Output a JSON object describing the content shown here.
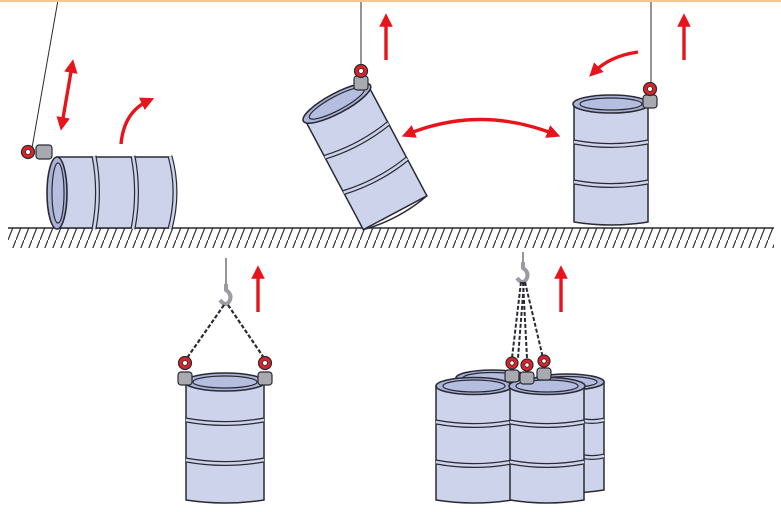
{
  "colors": {
    "drum_fill": "#cdd3ea",
    "drum_shadow": "#aab3d6",
    "drum_inner": "#b6bedf",
    "outline": "#2a2a35",
    "arrow": "#e8141c",
    "clamp_red": "#dc2427",
    "clamp_metal": "#a9aab0",
    "hook": "#9a9ba3",
    "ground_hatch": "#333333",
    "top_edge": "#f3c98a",
    "background": "#ffffff"
  },
  "icons": {
    "drum": "steel-drum-icon",
    "clamp": "drum-lifting-clamp-icon",
    "hook": "crane-hook-icon",
    "arrow": "red-direction-arrow-icon",
    "ground": "hatched-ground-icon"
  },
  "scenes": [
    {
      "name": "horizontal-drum-lift",
      "motion": "lift-and-rotate-upright"
    },
    {
      "name": "tilted-drum-swing",
      "motion": "swing-between-positions"
    },
    {
      "name": "upright-drum-lift",
      "motion": "vertical-lift"
    },
    {
      "name": "two-leg-chain-single-drum",
      "motion": "vertical-lift"
    },
    {
      "name": "four-leg-chain-four-drums",
      "motion": "vertical-lift"
    }
  ]
}
